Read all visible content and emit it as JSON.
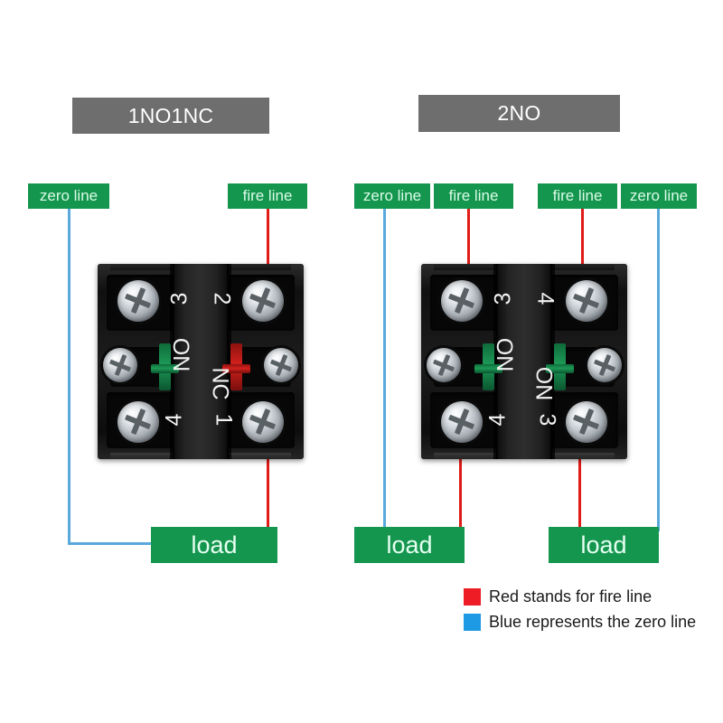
{
  "headers": {
    "left": "1NO1NC",
    "right": "2NO"
  },
  "left_diagram": {
    "labels": {
      "zero_line": "zero line",
      "fire_line": "fire line",
      "load": "load"
    },
    "block": {
      "terminal_top_left": "3",
      "terminal_top_right": "2",
      "terminal_bottom_left": "4",
      "terminal_bottom_right": "1",
      "contact_left": "NO",
      "contact_right": "NC"
    }
  },
  "right_diagram": {
    "labels": {
      "zero_line_1": "zero line",
      "fire_line_1": "fire line",
      "fire_line_2": "fire line",
      "zero_line_2": "zero line",
      "load_1": "load",
      "load_2": "load"
    },
    "block": {
      "terminal_top_left": "3",
      "terminal_top_right": "4",
      "terminal_bottom_left": "4",
      "terminal_bottom_right": "3",
      "contact_left": "NO",
      "contact_right": "ON"
    }
  },
  "legend": {
    "red_text": "Red stands for fire line",
    "blue_text": "Blue represents the zero line",
    "red_color": "#ee1c24",
    "blue_color": "#1e9ae5"
  },
  "colors": {
    "header_gray": "#6e6e6e",
    "label_green": "#15964e",
    "wire_red": "#e01b18",
    "wire_blue": "#5aa9dc",
    "background": "#ffffff"
  }
}
